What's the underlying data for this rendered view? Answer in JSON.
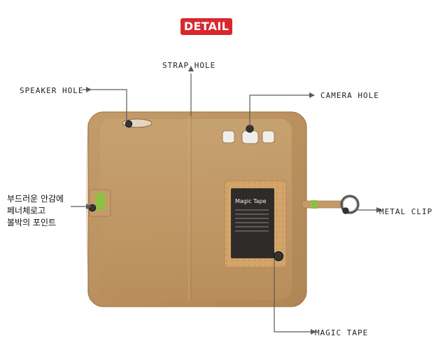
{
  "badge": {
    "text": "DETAIL",
    "color": "#d9272e"
  },
  "callouts": {
    "strap_hole": "STRAP HOLE",
    "speaker_hole": "SPEAKER HOLE",
    "camera_hole": "CAMERA HOLE",
    "metal_clip": "METAL CLIP",
    "magic_tape": "MAGIC TAPE"
  },
  "note": {
    "lines": [
      "부드러운 안감에",
      "페너체로고",
      "볼박의 포인트"
    ]
  },
  "product": {
    "case_color": "#c89a63",
    "inner_panel_color": "#c49a6b",
    "label_color": "#8fbf45",
    "card_title": "Magic Tape",
    "card_color": "#2f2b2a"
  },
  "icons": {
    "badge": "detail-badge",
    "arrow": "callout-arrow-icon",
    "clip": "metal-clip-icon",
    "camera": "camera-hole-icon",
    "speaker": "speaker-hole-icon",
    "magic": "magic-tape-icon"
  }
}
